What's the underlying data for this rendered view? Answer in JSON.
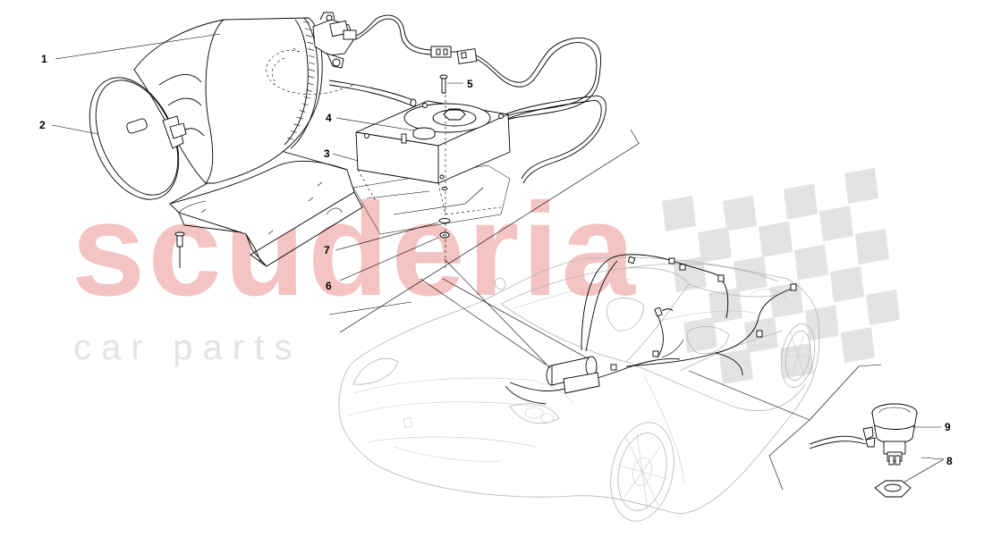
{
  "watermark": {
    "brand": "scuderia",
    "sub": "c a r   p a r t s",
    "flag_color": "#e3e3e3",
    "brand_color": "#f4c3c3"
  },
  "callouts": [
    {
      "id": "1",
      "label": "1"
    },
    {
      "id": "2",
      "label": "2"
    },
    {
      "id": "3",
      "label": "3"
    },
    {
      "id": "4",
      "label": "4"
    },
    {
      "id": "5",
      "label": "5"
    },
    {
      "id": "6",
      "label": "6"
    },
    {
      "id": "7",
      "label": "7"
    },
    {
      "id": "8",
      "label": "8"
    },
    {
      "id": "9",
      "label": "9"
    }
  ]
}
